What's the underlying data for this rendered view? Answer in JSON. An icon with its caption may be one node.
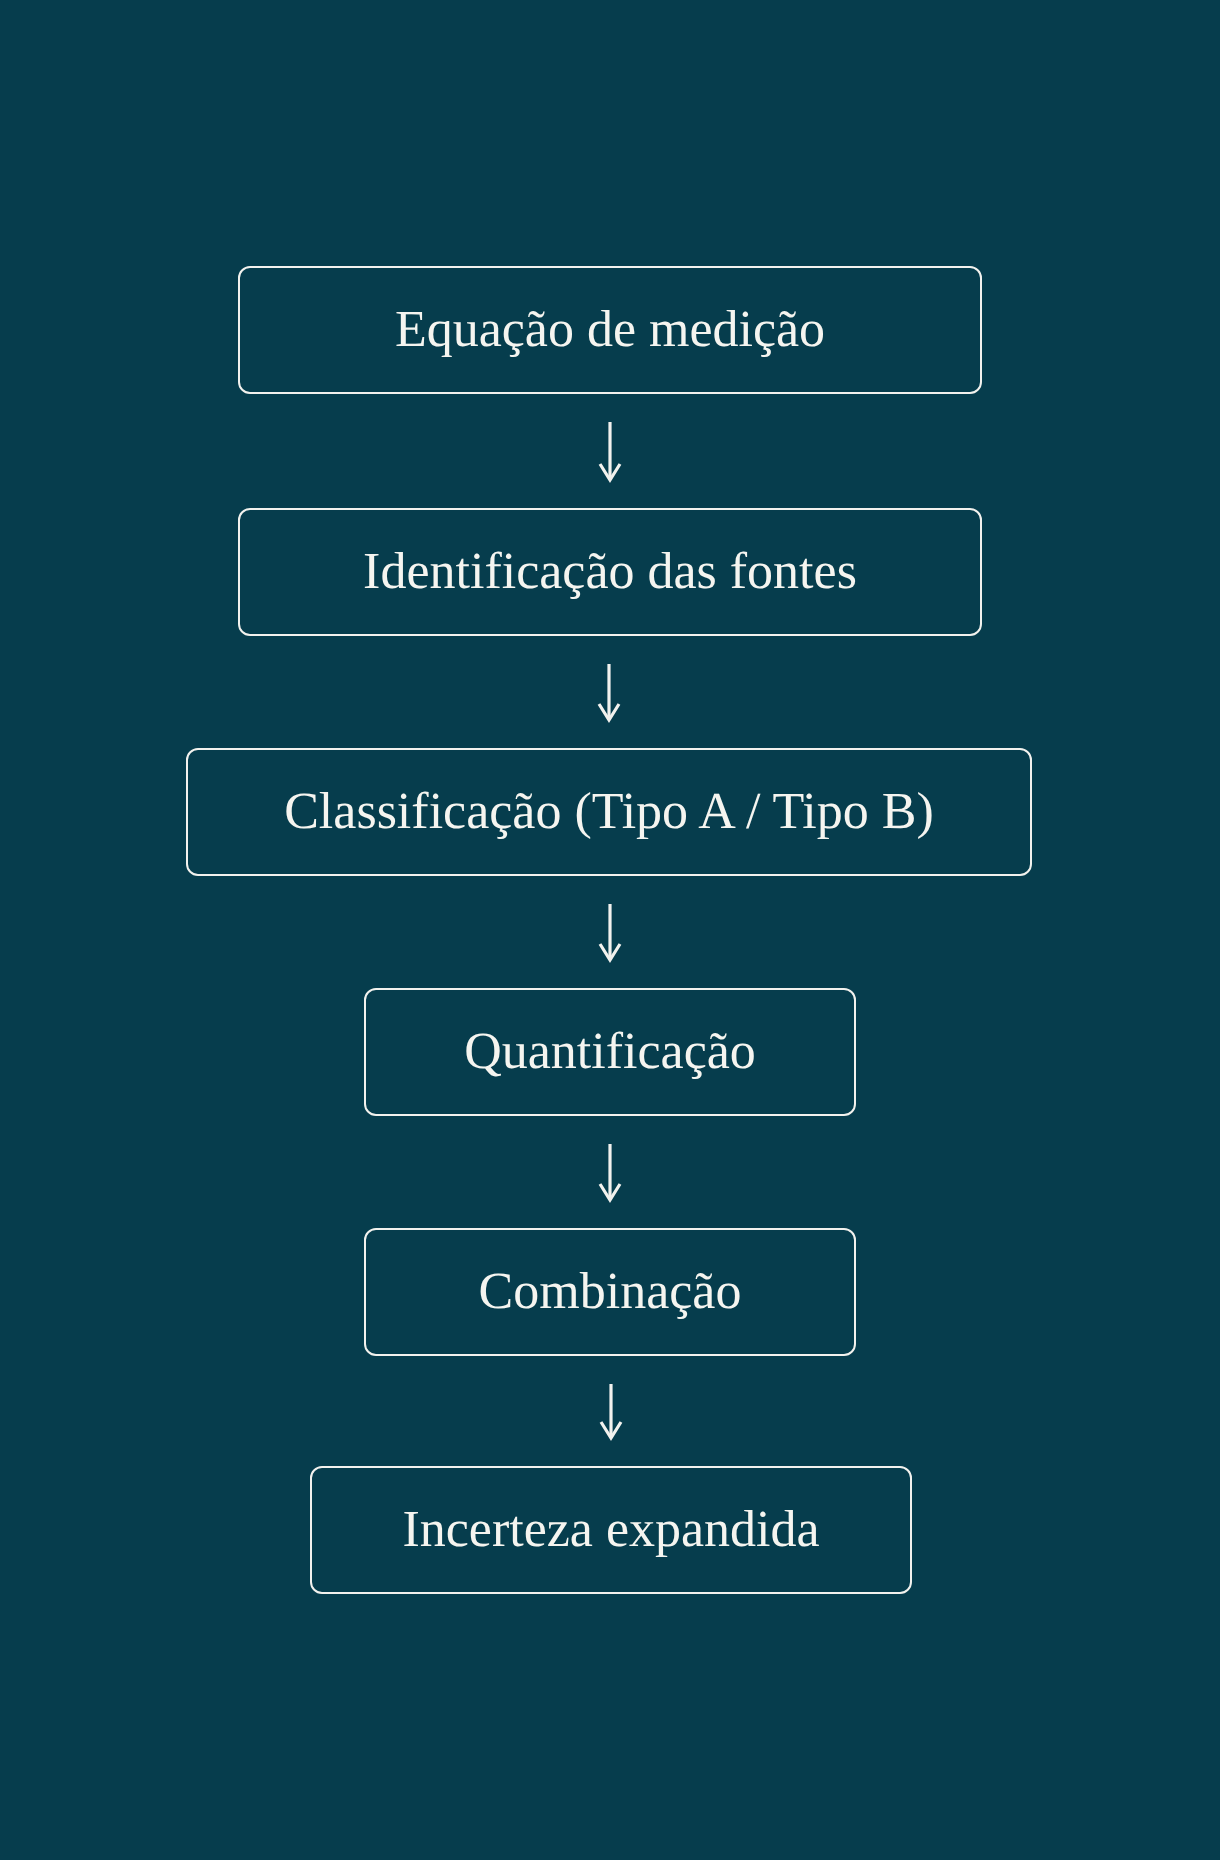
{
  "diagram": {
    "nodes": [
      {
        "text": [
          "Equação de medição"
        ]
      },
      {
        "text": [
          "Identificação das fontes"
        ]
      },
      {
        "text": [
          "Classificação (Tipo A / Tipo B)"
        ]
      },
      {
        "text": [
          "Quantificação"
        ]
      },
      {
        "text": [
          "Combinação"
        ]
      },
      {
        "text": [
          "Incerteza expandida"
        ]
      }
    ],
    "edges": [
      {
        "from": 0,
        "to": 1,
        "arrow": "to"
      },
      {
        "from": 1,
        "to": 2,
        "arrow": "to"
      },
      {
        "from": 2,
        "to": 3,
        "arrow": "to"
      },
      {
        "from": 3,
        "to": 4,
        "arrow": "to"
      },
      {
        "from": 4,
        "to": 5,
        "arrow": "to"
      }
    ]
  }
}
